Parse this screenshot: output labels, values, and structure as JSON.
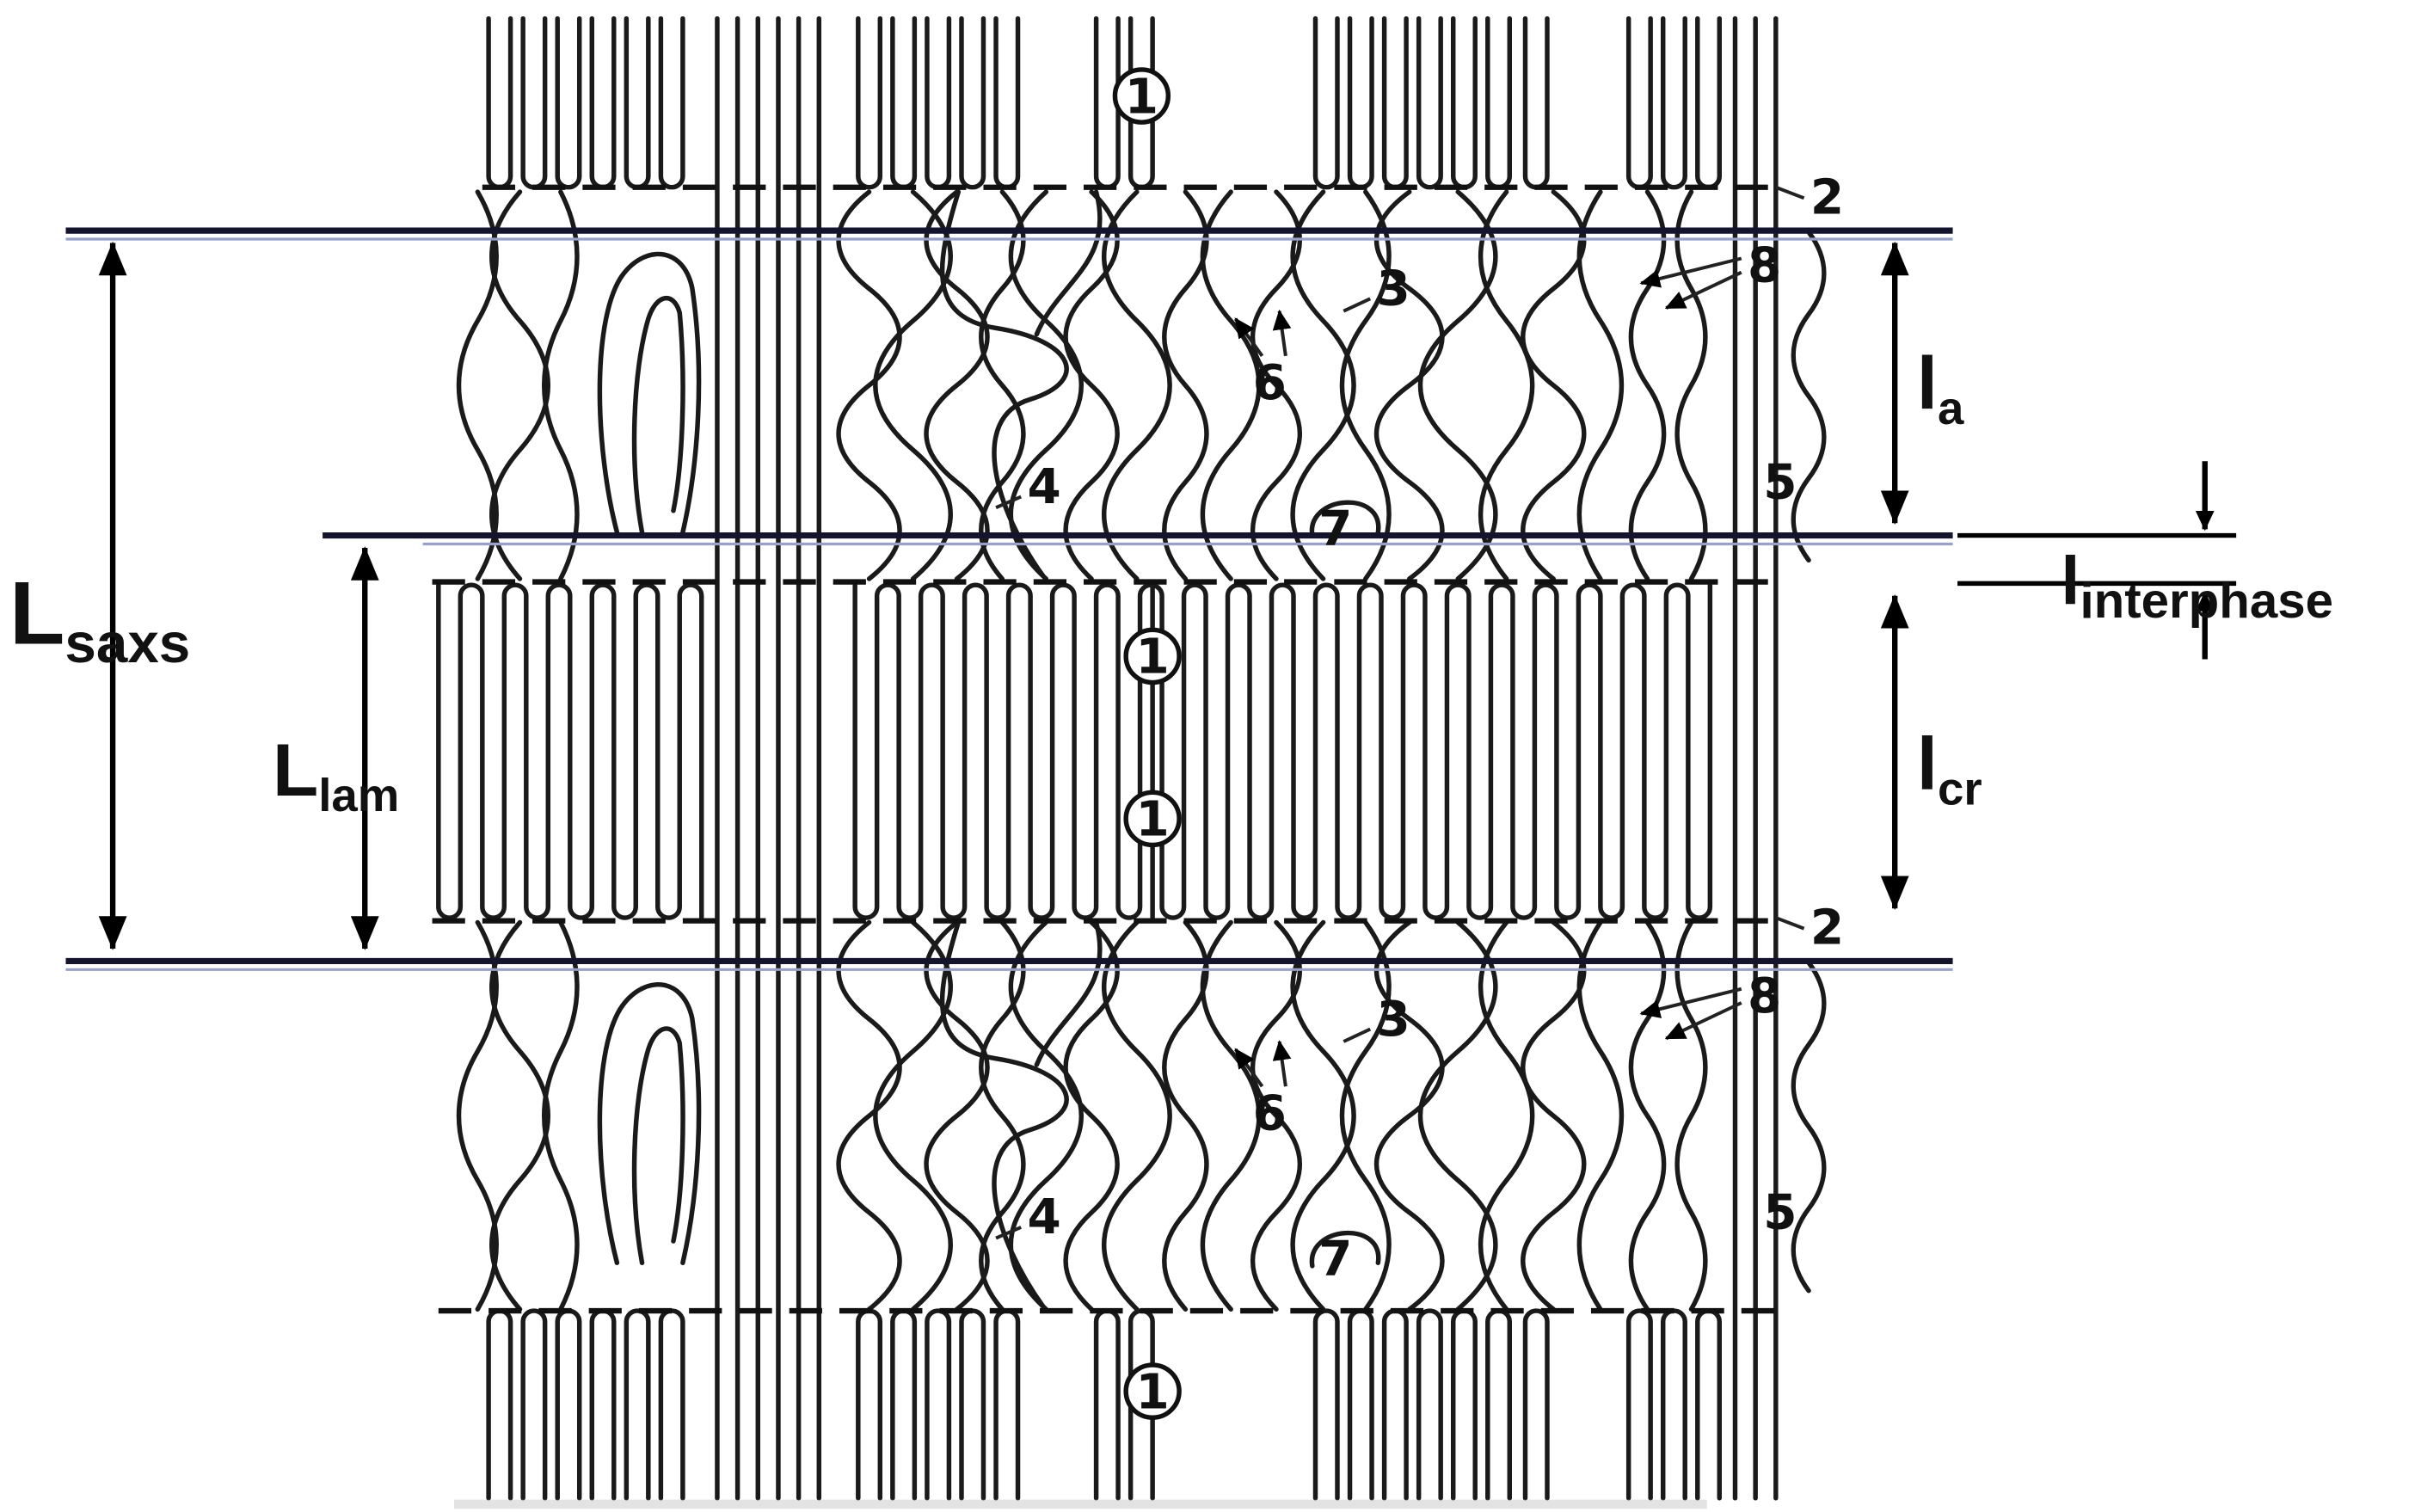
{
  "figure": {
    "description": "Lamellar stack model of a semicrystalline polymer with crystalline lamellae, amorphous interlayers and interphase",
    "colors": {
      "background": "#ffffff",
      "ink": "#141414",
      "boundary_blue": "#98a0c8"
    },
    "labels": {
      "saxs": {
        "main": "L",
        "sub": "saxs"
      },
      "lam": {
        "main": "L",
        "sub": "lam"
      },
      "la": {
        "main": "l",
        "sub": "a"
      },
      "interphase": {
        "main": "l",
        "sub": "interphase"
      },
      "lcr": {
        "main": "l",
        "sub": "cr"
      }
    },
    "markers": {
      "n1": "1",
      "n2": "2",
      "n3": "3",
      "n4": "4",
      "n5": "5",
      "n6": "6",
      "n7": "7",
      "n8": "8"
    }
  }
}
